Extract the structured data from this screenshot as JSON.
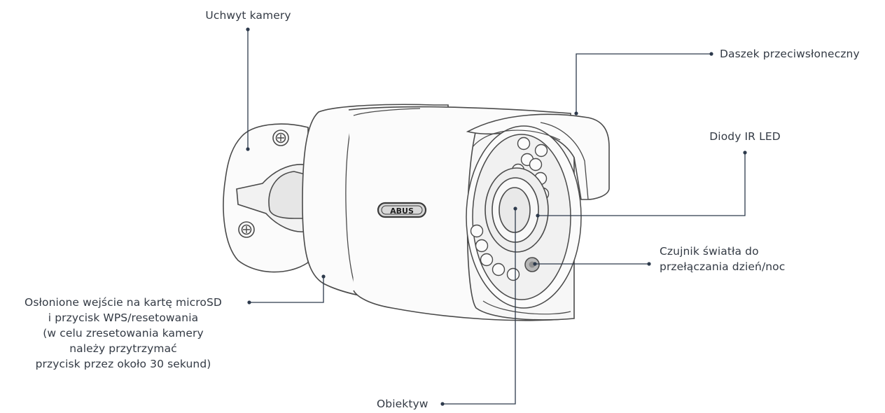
{
  "labels": {
    "camera_mount": "Uchwyt kamery",
    "sun_shield": "Daszek przeciwsłoneczny",
    "ir_leds": "Diody IR LED",
    "light_sensor": [
      "Czujnik światła do",
      "przełączania dzień/noc"
    ],
    "sd_slot": [
      "Osłonione wejście na kartę microSD",
      "i przycisk WPS/resetowania",
      "(w celu zresetowania kamery",
      "należy przytrzymać",
      "przycisk przez około 30 sekund)"
    ],
    "lens": "Obiektyw"
  },
  "brand_logo": "ABUS",
  "colors": {
    "leader_line": "#2d3a4c",
    "text": "#333a44",
    "camera_outline": "#4a4a4a",
    "camera_body": "#fbfbfb",
    "logo_fill": "#d8d8d8"
  }
}
